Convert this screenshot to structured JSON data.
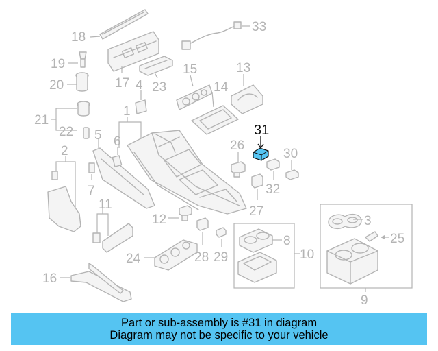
{
  "diagram": {
    "highlight_color": "#55c4f2",
    "part_numbers": [
      {
        "id": "p18",
        "label": "18"
      },
      {
        "id": "p33",
        "label": "33"
      },
      {
        "id": "p19",
        "label": "19"
      },
      {
        "id": "p20",
        "label": "20"
      },
      {
        "id": "p17",
        "label": "17"
      },
      {
        "id": "p4",
        "label": "4"
      },
      {
        "id": "p23",
        "label": "23"
      },
      {
        "id": "p15",
        "label": "15"
      },
      {
        "id": "p13",
        "label": "13"
      },
      {
        "id": "p14",
        "label": "14"
      },
      {
        "id": "p21",
        "label": "21"
      },
      {
        "id": "p1",
        "label": "1"
      },
      {
        "id": "p22",
        "label": "22"
      },
      {
        "id": "p5",
        "label": "5"
      },
      {
        "id": "p31",
        "label": "31"
      },
      {
        "id": "p26",
        "label": "26"
      },
      {
        "id": "p30",
        "label": "30"
      },
      {
        "id": "p2",
        "label": "2"
      },
      {
        "id": "p6",
        "label": "6"
      },
      {
        "id": "p32",
        "label": "32"
      },
      {
        "id": "p7",
        "label": "7"
      },
      {
        "id": "p27",
        "label": "27"
      },
      {
        "id": "p3",
        "label": "3"
      },
      {
        "id": "p25",
        "label": "25"
      },
      {
        "id": "p11",
        "label": "11"
      },
      {
        "id": "p12",
        "label": "12"
      },
      {
        "id": "p8",
        "label": "8"
      },
      {
        "id": "p10",
        "label": "10"
      },
      {
        "id": "p24",
        "label": "24"
      },
      {
        "id": "p28",
        "label": "28"
      },
      {
        "id": "p29",
        "label": "29"
      },
      {
        "id": "p16",
        "label": "16"
      },
      {
        "id": "p9",
        "label": "9"
      }
    ]
  },
  "banner": {
    "line1": "Part or sub-assembly is #31 in diagram",
    "line2": "Diagram may not be specific to your vehicle",
    "background": "#55c4f2"
  }
}
